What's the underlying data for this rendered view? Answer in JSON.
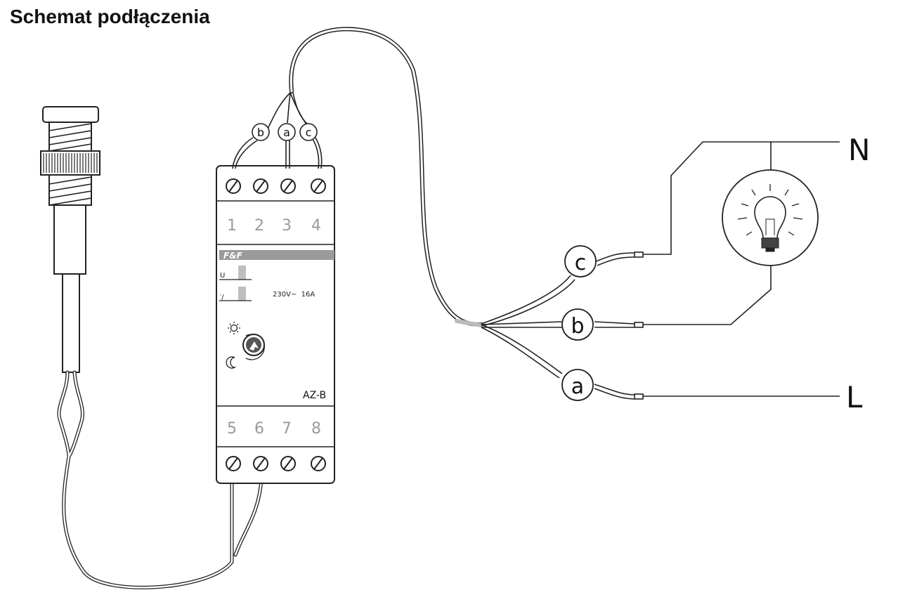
{
  "title": "Schemat podłączenia",
  "device": {
    "brand": "F&F",
    "model": "AZ-B",
    "rating": "230V~  16A",
    "indicator_u": "U",
    "indicator_relay": "′/",
    "terminals_top": [
      "1",
      "2",
      "3",
      "4"
    ],
    "terminals_bottom": [
      "5",
      "6",
      "7",
      "8"
    ],
    "knob_day_icon": "sun-icon",
    "knob_night_icon": "moon-icon"
  },
  "wire_labels_top": {
    "b": "b",
    "a": "a",
    "c": "c"
  },
  "wire_labels_right": {
    "c": "c",
    "b": "b",
    "a": "a"
  },
  "lines": {
    "neutral": "N",
    "live": "L"
  },
  "components": {
    "sensor": "light-sensor",
    "lamp": "bulb-icon"
  },
  "colors": {
    "stroke": "#222222",
    "terminal_text": "#9a9a9a",
    "brand_bar": "#9a9a9a",
    "indicator": "#bfbfbf"
  }
}
